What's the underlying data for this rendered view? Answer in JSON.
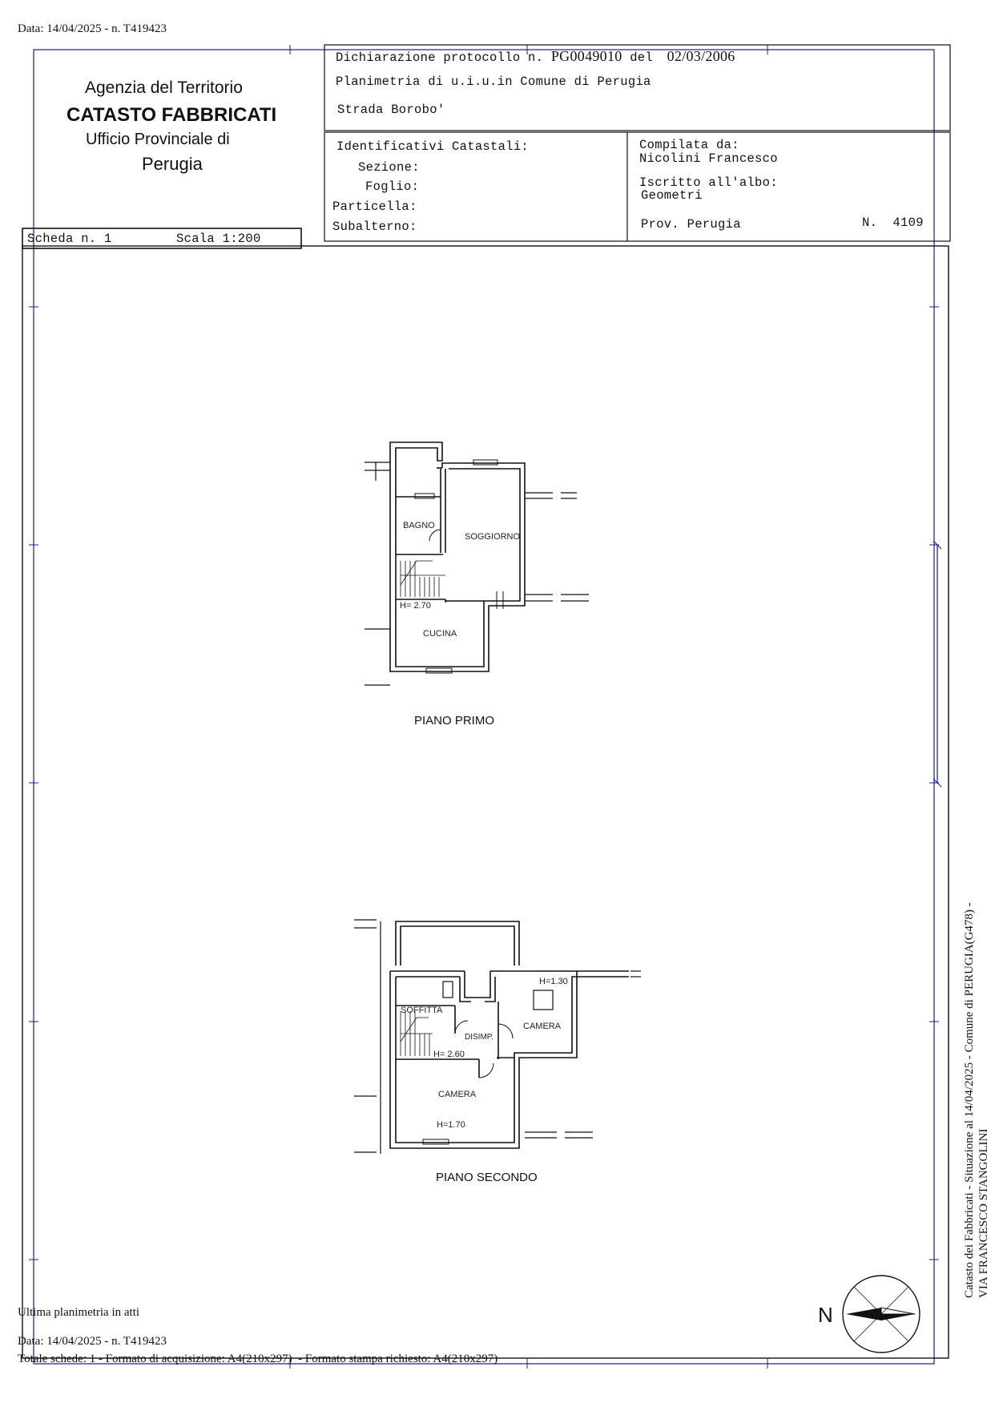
{
  "header": {
    "top_date": "Data: 14/04/2025 - n. T419423",
    "agency_line1": "Agenzia del Territorio",
    "agency_line2": "CATASTO FABBRICATI",
    "agency_line3": "Ufficio Provinciale di",
    "agency_line4": "Perugia",
    "protocol_label": "Dichiarazione protocollo n.",
    "protocol_number": "PG0049010",
    "protocol_del": "del",
    "protocol_date": "02/03/2006",
    "planimetria": "Planimetria di u.i.u.in Comune di Perugia",
    "address": "Strada Borobo'",
    "identificativi": "Identificativi Catastali:",
    "sezione": "Sezione:",
    "foglio": "Foglio:",
    "particella": "Particella:",
    "subalterno": "Subalterno:",
    "compilata_label": "Compilata da:",
    "compilata_name": "Nicolini Francesco",
    "iscritto_label": "Iscritto all'albo:",
    "iscritto_value": "Geometri",
    "prov": "Prov. Perugia",
    "numero": "N.  4109",
    "scheda": "Scheda n. 1",
    "scala": "Scala 1:200"
  },
  "plans": {
    "first": {
      "title": "PIANO PRIMO",
      "rooms": [
        "BAGNO",
        "SOGGIORNO",
        "H= 2.70",
        "CUCINA"
      ]
    },
    "second": {
      "title": "PIANO SECONDO",
      "rooms": [
        "SOFFITTA",
        "DISIMP.",
        "H= 2.60",
        "CAMERA",
        "H=1.30",
        "CAMERA",
        "H=1.70"
      ]
    }
  },
  "margin_text": {
    "line1": "Catasto dei Fabbricati - Situazione al 14/04/2025 - Comune di PERUGIA(G478) -",
    "line2": "VIA FRANCESCO STANGOLINI"
  },
  "footer": {
    "ultima": "Ultima planimetria in atti",
    "date": "Data: 14/04/2025 - n. T419423",
    "totale": "Totale schede: 1 - Formato di acquisizione: A4(210x297)  - Formato stampa richiesto: A4(210x297)"
  },
  "compass": {
    "label": "N"
  },
  "colors": {
    "frame": "#1a1a8c",
    "ink": "#111111"
  }
}
